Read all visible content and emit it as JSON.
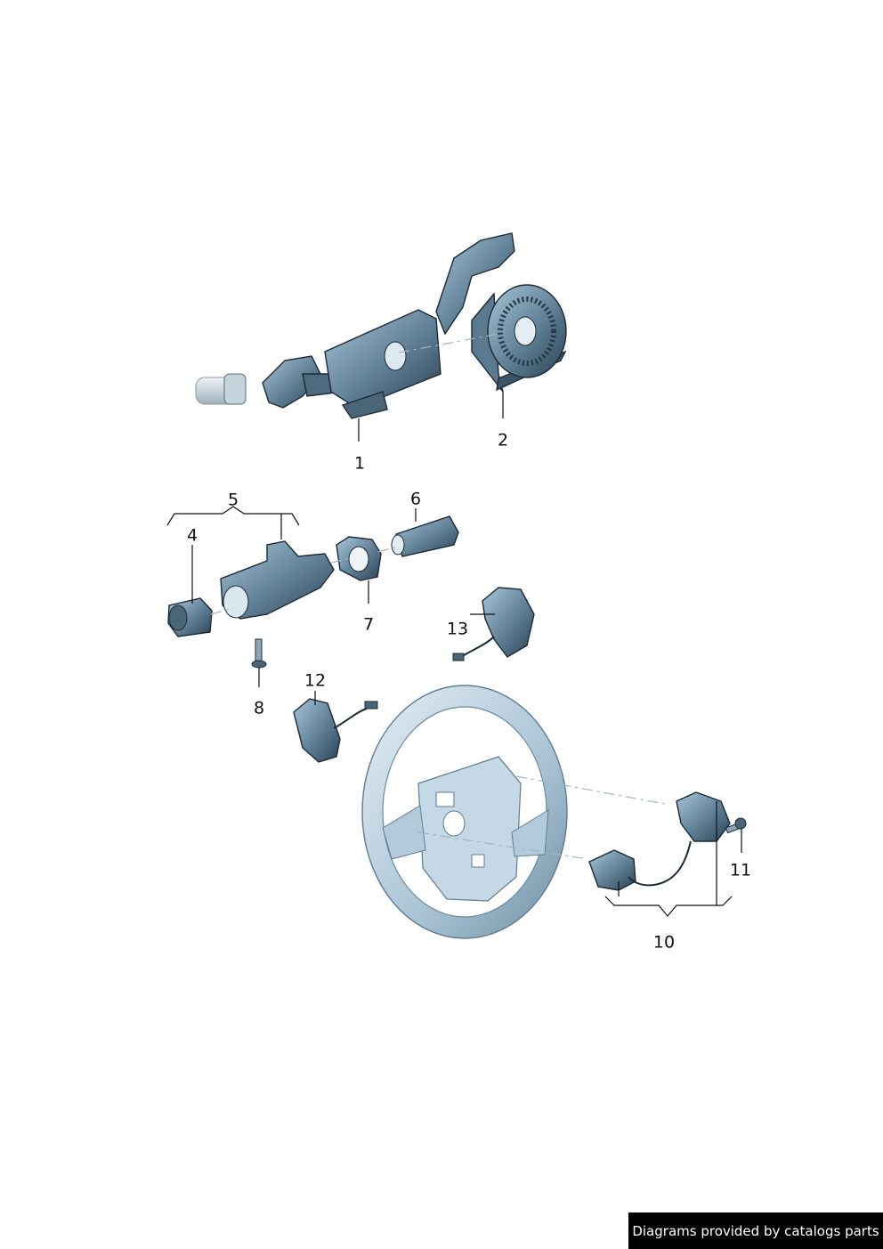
{
  "diagram": {
    "colors": {
      "part_fill": "#6f8ea3",
      "part_dark": "#33495a",
      "part_light": "#b9d3e3",
      "wheel_fill": "#c9dce8",
      "outline": "#1b2a36"
    },
    "callouts": [
      {
        "id": "1",
        "label": "1"
      },
      {
        "id": "2",
        "label": "2"
      },
      {
        "id": "4",
        "label": "4"
      },
      {
        "id": "5",
        "label": "5"
      },
      {
        "id": "6",
        "label": "6"
      },
      {
        "id": "7",
        "label": "7"
      },
      {
        "id": "8",
        "label": "8"
      },
      {
        "id": "10",
        "label": "10"
      },
      {
        "id": "11",
        "label": "11"
      },
      {
        "id": "12",
        "label": "12"
      },
      {
        "id": "13",
        "label": "13"
      }
    ]
  },
  "footer": {
    "credit": "Diagrams provided by catalogs parts"
  }
}
